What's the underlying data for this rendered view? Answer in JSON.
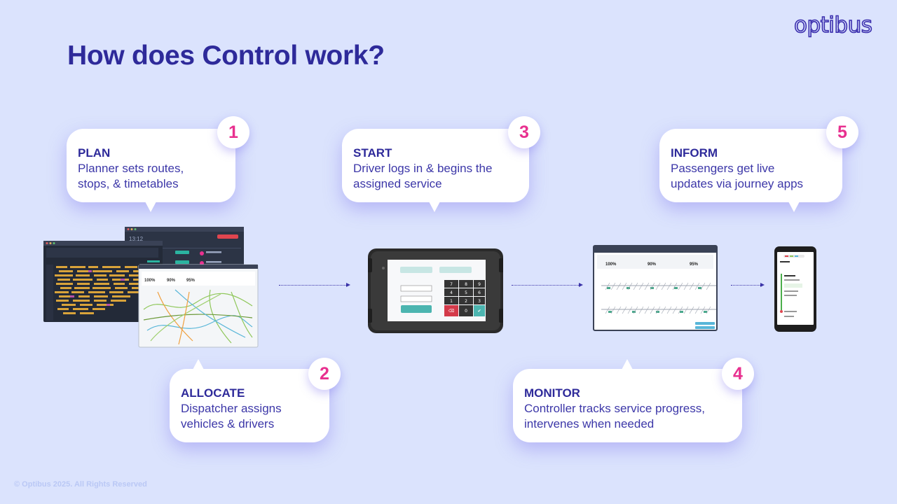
{
  "brand": {
    "logo": "optibus"
  },
  "page": {
    "title": "How does Control work?"
  },
  "steps": [
    {
      "number": "1",
      "heading": "PLAN",
      "line1": "Planner sets routes,",
      "line2": "stops, & timetables"
    },
    {
      "number": "2",
      "heading": "ALLOCATE",
      "line1": "Dispatcher assigns",
      "line2": "vehicles & drivers"
    },
    {
      "number": "3",
      "heading": "START",
      "line1": "Driver logs in & begins the",
      "line2": "assigned service"
    },
    {
      "number": "4",
      "heading": "MONITOR",
      "line1": "Controller tracks service progress,",
      "line2": "intervenes when needed"
    },
    {
      "number": "5",
      "heading": "INFORM",
      "line1": "Passengers get live",
      "line2": "updates via journey apps"
    }
  ],
  "illustrations": {
    "planner_clock": "13:12",
    "tablet_keys": [
      "7",
      "8",
      "9",
      "4",
      "5",
      "6",
      "1",
      "2",
      "3",
      "⌫",
      "0",
      "✔"
    ],
    "monitor_stats": [
      "100%",
      "90%",
      "95%"
    ]
  },
  "footer": {
    "copyright": "Optibus 2025. All Rights Reserved"
  },
  "colors": {
    "background": "#dbe3fd",
    "primary": "#2e2a9a",
    "accent": "#e8308f",
    "card": "#ffffff"
  }
}
